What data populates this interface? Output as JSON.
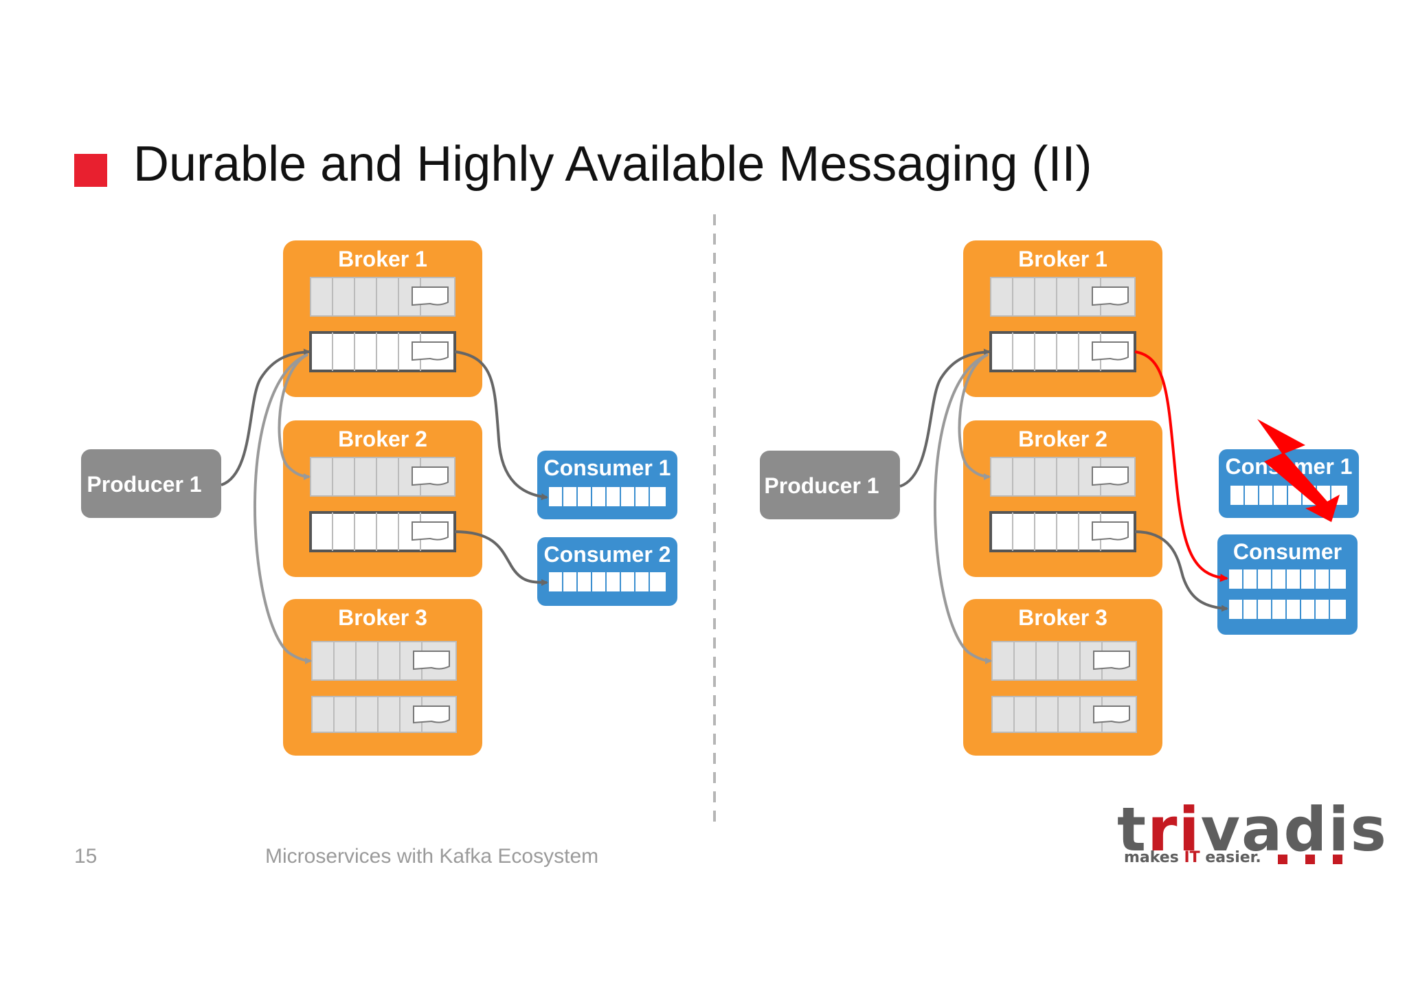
{
  "slide": {
    "title": "Durable and Highly Available Messaging (II)",
    "page_number": "15",
    "footer_text": "Microservices with Kafka Ecosystem"
  },
  "logo": {
    "brand_pre": "t",
    "brand_accent": "ri",
    "brand_post": "vadis",
    "tagline_pre": "makes ",
    "tagline_accent": "IT",
    "tagline_post": " easier."
  },
  "colors": {
    "accent_red": "#e8202f",
    "broker_orange": "#f99c2f",
    "consumer_blue": "#3b8fd0",
    "producer_gray": "#8c8c8c",
    "failure_red": "#ff0000"
  },
  "diagram": {
    "left": {
      "producer": "Producer 1",
      "brokers": [
        "Broker 1",
        "Broker 2",
        "Broker 3"
      ],
      "consumers": [
        "Consumer 1",
        "Consumer 2"
      ]
    },
    "right": {
      "producer": "Producer 1",
      "brokers": [
        "Broker 1",
        "Broker 2",
        "Broker 3"
      ],
      "failed_consumer": "Consumer 1",
      "consumer": "Consumer"
    }
  }
}
